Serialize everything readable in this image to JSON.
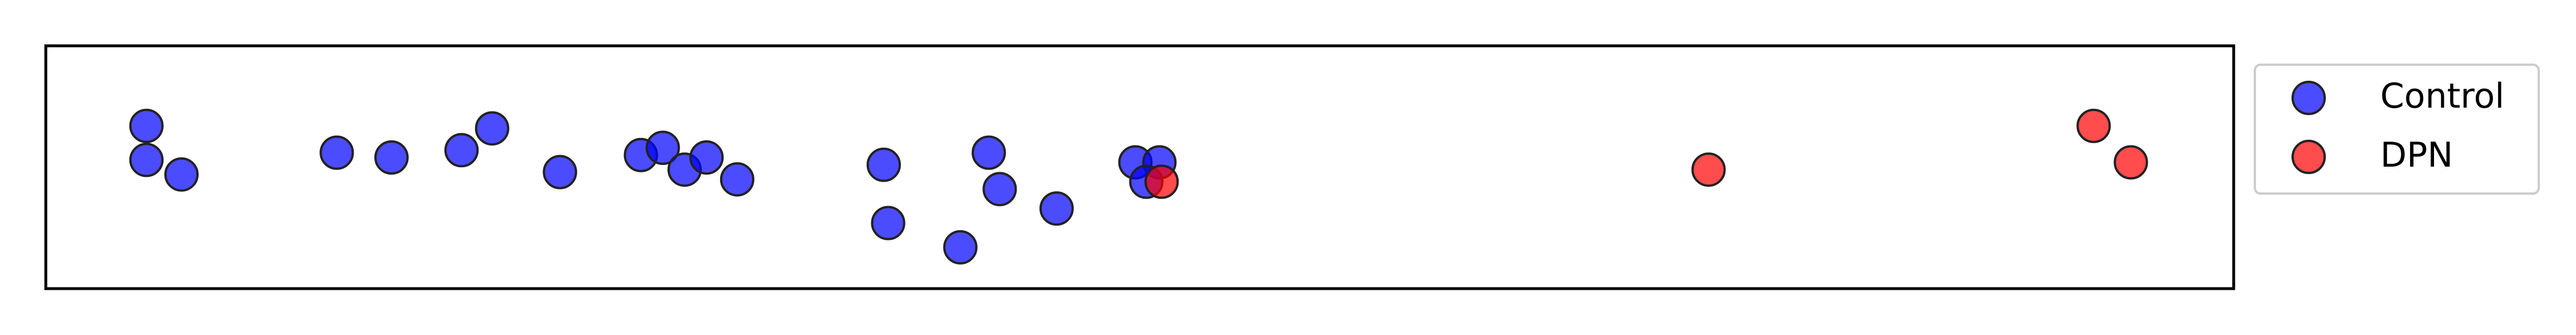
{
  "chart_data": {
    "type": "scatter",
    "title": "",
    "xlabel": "",
    "ylabel": "",
    "grid": false,
    "axes_visible": false,
    "xlim": [
      0,
      100
    ],
    "ylim": [
      0,
      100
    ],
    "legend": {
      "placement": "outside-right-top"
    },
    "series": [
      {
        "name": "Control",
        "color": "#0000ff",
        "points": [
          {
            "x": 4.6,
            "y": 67
          },
          {
            "x": 4.6,
            "y": 53
          },
          {
            "x": 6.2,
            "y": 47
          },
          {
            "x": 13.3,
            "y": 56
          },
          {
            "x": 15.8,
            "y": 54
          },
          {
            "x": 19.0,
            "y": 57
          },
          {
            "x": 20.4,
            "y": 66
          },
          {
            "x": 23.5,
            "y": 48
          },
          {
            "x": 27.2,
            "y": 55
          },
          {
            "x": 28.2,
            "y": 58
          },
          {
            "x": 29.2,
            "y": 49
          },
          {
            "x": 30.2,
            "y": 54
          },
          {
            "x": 31.6,
            "y": 45
          },
          {
            "x": 38.3,
            "y": 51
          },
          {
            "x": 38.5,
            "y": 27
          },
          {
            "x": 41.8,
            "y": 17
          },
          {
            "x": 43.1,
            "y": 56
          },
          {
            "x": 43.6,
            "y": 41
          },
          {
            "x": 46.2,
            "y": 33
          },
          {
            "x": 49.8,
            "y": 52
          },
          {
            "x": 50.9,
            "y": 52
          },
          {
            "x": 50.3,
            "y": 44
          }
        ]
      },
      {
        "name": "DPN",
        "color": "#ff0000",
        "points": [
          {
            "x": 51.0,
            "y": 44
          },
          {
            "x": 76.0,
            "y": 49
          },
          {
            "x": 93.6,
            "y": 67
          },
          {
            "x": 95.3,
            "y": 52
          }
        ]
      }
    ]
  }
}
